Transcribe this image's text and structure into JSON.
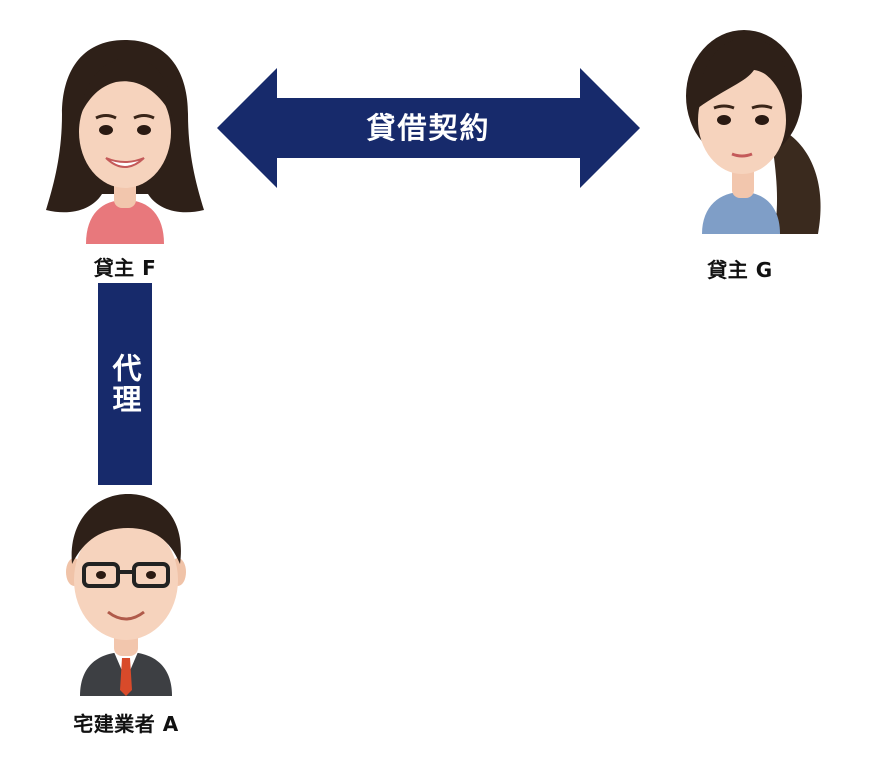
{
  "colors": {
    "navy": "#172a6b",
    "lender_f_shirt": "#e8787c",
    "lender_g_shirt": "#7f9ec7",
    "agent_suit": "#3d3f43",
    "agent_tie": "#d84a2a",
    "hair_dark": "#2e2018",
    "skin": "#f6d3bd"
  },
  "contract": {
    "label": "貸借契約"
  },
  "agency": {
    "label": "代理"
  },
  "people": {
    "lender_f": {
      "caption": "貸主 F",
      "icon": "woman-avatar-icon"
    },
    "lender_g": {
      "caption": "貸主 G",
      "icon": "woman-ponytail-avatar-icon"
    },
    "agent_a": {
      "caption": "宅建業者 A",
      "icon": "businessman-avatar-icon"
    }
  }
}
